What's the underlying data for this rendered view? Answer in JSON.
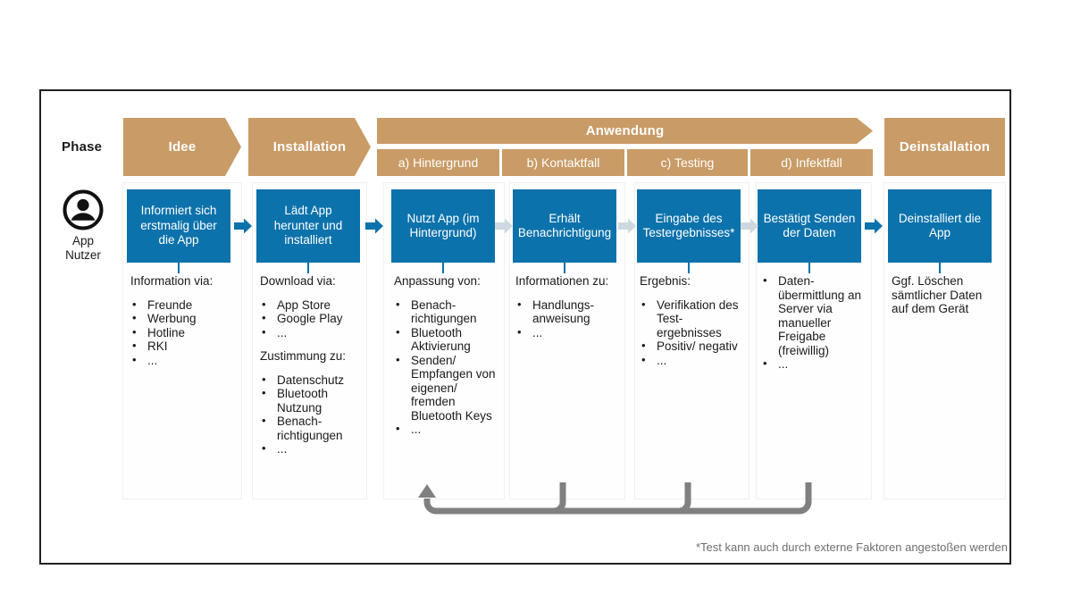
{
  "frame": {
    "row_labels": {
      "phase": "Phase",
      "actor_line1": "App",
      "actor_line2": "Nutzer"
    },
    "footnote": "*Test kann auch durch externe Faktoren angestoßen werden"
  },
  "colors": {
    "phase_tan": "#C99B66",
    "step_blue": "#0C72AB",
    "arrow_blue": "#0C72AB",
    "arrow_light": "#CDD9E1",
    "loop_gray": "#808080",
    "border_dark": "#231F20",
    "footnote_gray": "#6E6E6E"
  },
  "phases": [
    {
      "label": "Idee",
      "shape": "chevron"
    },
    {
      "label": "Installation",
      "shape": "chevron"
    },
    {
      "label": "Anwendung",
      "shape": "chevron"
    },
    {
      "label": "Deinstallation",
      "shape": "plain"
    }
  ],
  "subphases": [
    {
      "label": "a) Hintergrund"
    },
    {
      "label": "b) Kontaktfall"
    },
    {
      "label": "c) Testing"
    },
    {
      "label": "d) Infektfall"
    }
  ],
  "steps": [
    {
      "box": "Informiert sich erstmalig über die App",
      "detail_head": "Information via:",
      "groups": [
        {
          "head": "",
          "items": [
            "Freunde",
            "Werbung",
            "Hotline",
            "RKI",
            "..."
          ]
        }
      ],
      "incoming_arrow": null
    },
    {
      "box": "Lädt App herunter und installiert",
      "detail_head": "Download via:",
      "groups": [
        {
          "head": "",
          "items": [
            "App Store",
            "Google Play",
            "..."
          ]
        },
        {
          "head": "Zustimmung zu:",
          "items": [
            "Datenschutz",
            "Bluetooth Nutzung",
            "Benach-richtigungen",
            "..."
          ]
        }
      ],
      "incoming_arrow": "dark"
    },
    {
      "box": "Nutzt App (im Hintergrund)",
      "detail_head": "Anpassung von:",
      "groups": [
        {
          "head": "",
          "items": [
            "Benach-richtigungen",
            "Bluetooth Aktivierung",
            "Senden/ Empfangen von eigenen/ fremden Bluetooth Keys",
            "..."
          ]
        }
      ],
      "incoming_arrow": "dark"
    },
    {
      "box": "Erhält Benachrichtigung",
      "detail_head": "Informationen zu:",
      "groups": [
        {
          "head": "",
          "items": [
            "Handlungs-anweisung",
            "..."
          ]
        }
      ],
      "incoming_arrow": "light"
    },
    {
      "box": "Eingabe des Testergebnisses*",
      "detail_head": "Ergebnis:",
      "groups": [
        {
          "head": "",
          "items": [
            "Verifikation des Test-ergebnisses",
            "Positiv/ negativ",
            "..."
          ]
        }
      ],
      "incoming_arrow": "light"
    },
    {
      "box": "Bestätigt Senden der Daten",
      "detail_head": "",
      "groups": [
        {
          "head": "",
          "items": [
            "Daten-übermittlung an Server via manueller Freigabe (freiwillig)",
            "..."
          ]
        }
      ],
      "incoming_arrow": "light"
    },
    {
      "box": "Deinstalliert die App",
      "detail_head": "Ggf. Löschen sämtlicher Daten auf dem Gerät",
      "groups": [],
      "incoming_arrow": "dark"
    }
  ]
}
